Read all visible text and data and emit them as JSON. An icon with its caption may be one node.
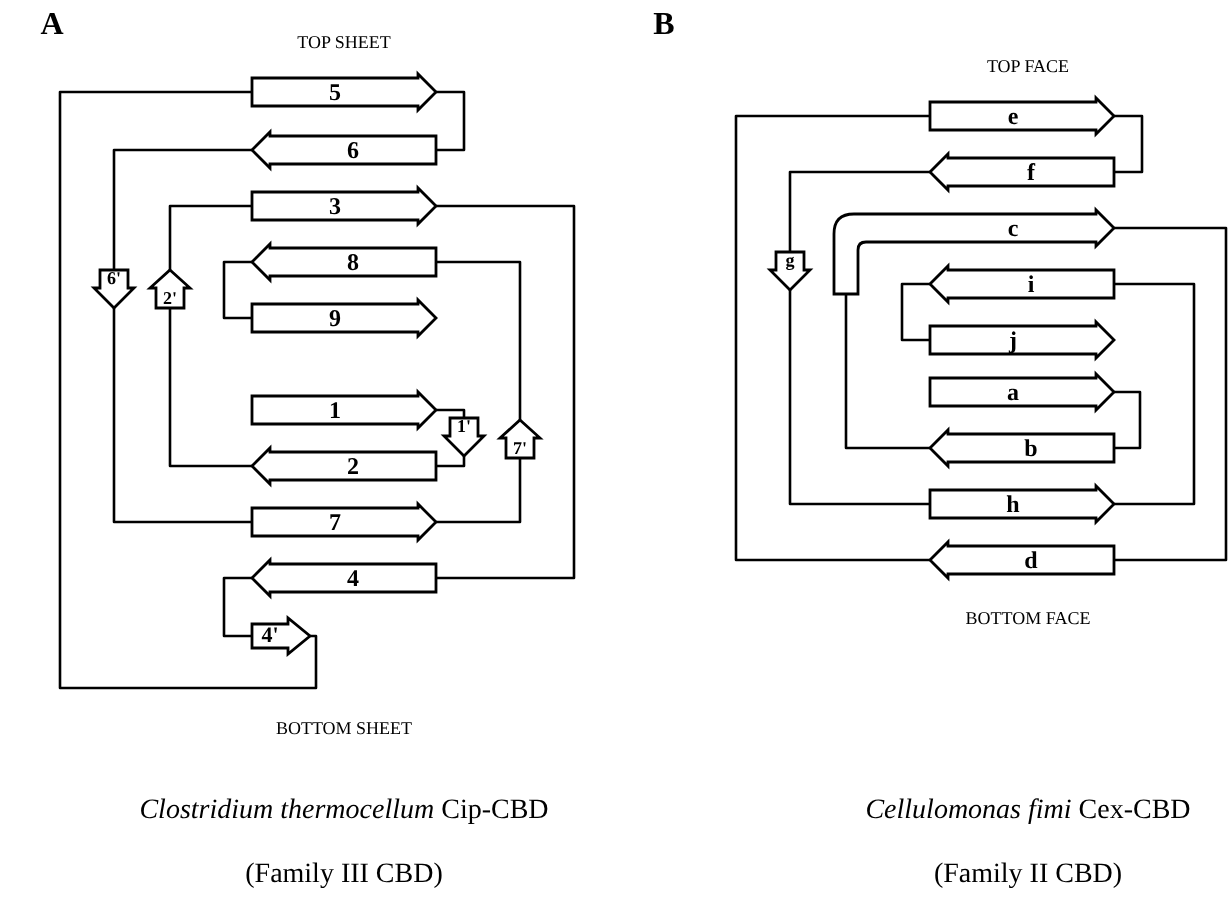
{
  "diagram": {
    "nodes": [
      {
        "text": [
          "5"
        ]
      },
      {
        "text": [
          "6"
        ]
      },
      {
        "text": [
          "3"
        ]
      },
      {
        "text": [
          "8"
        ]
      },
      {
        "text": [
          "6'"
        ]
      },
      {
        "text": [
          "2'"
        ]
      },
      {
        "text": [
          "9"
        ]
      },
      {
        "text": [
          "1"
        ]
      },
      {
        "text": [
          "1'"
        ]
      },
      {
        "text": [
          "7'"
        ]
      },
      {
        "text": [
          "2"
        ]
      },
      {
        "text": [
          "7"
        ]
      },
      {
        "text": [
          "4"
        ]
      },
      {
        "text": [
          "4'"
        ]
      },
      {
        "text": [
          "e"
        ]
      },
      {
        "text": [
          "f"
        ]
      },
      {
        "text": [
          "c"
        ]
      },
      {
        "text": [
          "i"
        ]
      },
      {
        "text": [
          "g"
        ]
      },
      {
        "text": [
          "j"
        ]
      },
      {
        "text": [
          "a"
        ]
      },
      {
        "text": [
          "b"
        ]
      },
      {
        "text": [
          "h"
        ]
      },
      {
        "text": [
          "d"
        ]
      }
    ],
    "edges": [
      {
        "from": 7,
        "to": 8,
        "arrow": "none"
      },
      {
        "from": 8,
        "to": 10,
        "arrow": "none"
      },
      {
        "from": 10,
        "to": 5,
        "arrow": "none"
      },
      {
        "from": 5,
        "to": 2,
        "arrow": "none"
      },
      {
        "from": 2,
        "to": 12,
        "arrow": "none"
      },
      {
        "from": 12,
        "to": 13,
        "arrow": "none"
      },
      {
        "from": 13,
        "to": 0,
        "arrow": "none"
      },
      {
        "from": 0,
        "to": 1,
        "arrow": "none"
      },
      {
        "from": 1,
        "to": 4,
        "arrow": "none"
      },
      {
        "from": 4,
        "to": 11,
        "arrow": "none"
      },
      {
        "from": 11,
        "to": 9,
        "arrow": "none"
      },
      {
        "from": 9,
        "to": 3,
        "arrow": "none"
      },
      {
        "from": 3,
        "to": 6,
        "arrow": "none"
      },
      {
        "from": 20,
        "to": 21,
        "arrow": "none"
      },
      {
        "from": 21,
        "to": 16,
        "arrow": "none"
      },
      {
        "from": 16,
        "to": 23,
        "arrow": "none"
      },
      {
        "from": 23,
        "to": 14,
        "arrow": "none"
      },
      {
        "from": 14,
        "to": 15,
        "arrow": "none"
      },
      {
        "from": 15,
        "to": 18,
        "arrow": "none"
      },
      {
        "from": 18,
        "to": 22,
        "arrow": "none"
      },
      {
        "from": 22,
        "to": 17,
        "arrow": "none"
      },
      {
        "from": 17,
        "to": 19,
        "arrow": "none"
      }
    ],
    "labels": [
      "A",
      "TOP SHEET",
      "BOTTOM SHEET",
      "*Clostridium thermocellum* Cip-CBD",
      "(Family III CBD)",
      "B",
      "TOP FACE",
      "BOTTOM FACE",
      "*Cellulomonas fimi* Cex-CBD",
      "(Family II CBD)"
    ]
  }
}
